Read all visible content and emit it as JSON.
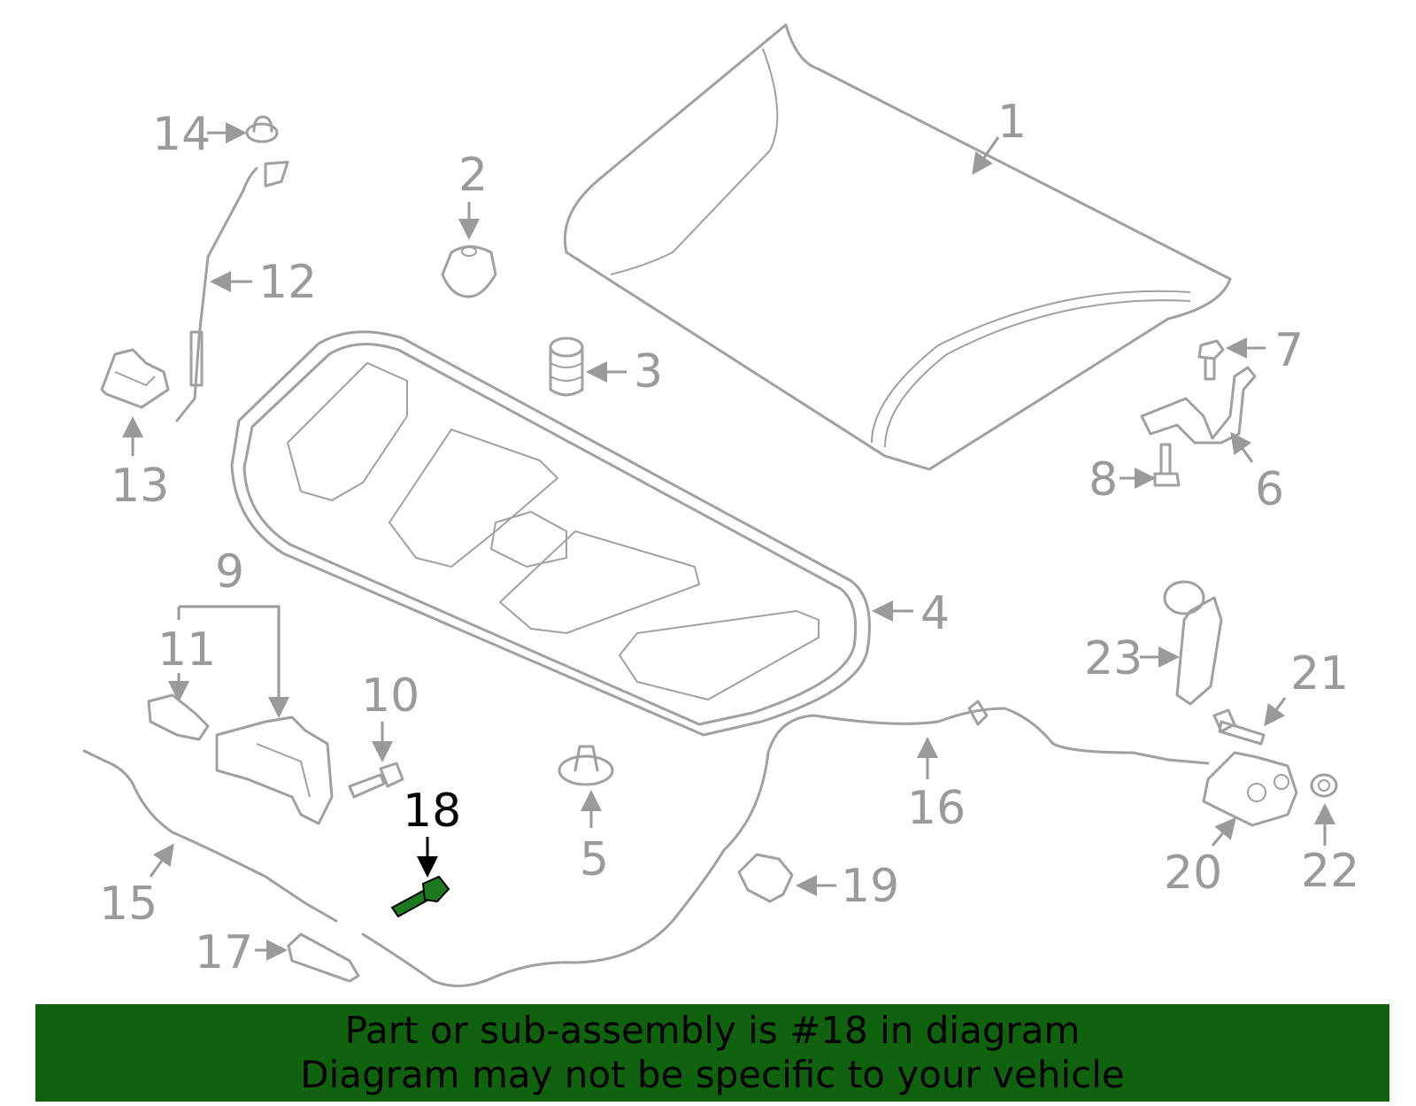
{
  "callouts": [
    "1",
    "2",
    "3",
    "4",
    "5",
    "6",
    "7",
    "8",
    "9",
    "10",
    "11",
    "12",
    "13",
    "14",
    "15",
    "16",
    "17",
    "18",
    "19",
    "20",
    "21",
    "22",
    "23"
  ],
  "highlighted_part": "18",
  "colors": {
    "line": "#a0a0a0",
    "highlight_fill": "#1e7a1e",
    "banner_bg": "#10620f",
    "banner_text": "#000000"
  },
  "banner": {
    "line1": "Part or sub-assembly is #18 in diagram",
    "line2": "Diagram may not be specific to your vehicle"
  }
}
